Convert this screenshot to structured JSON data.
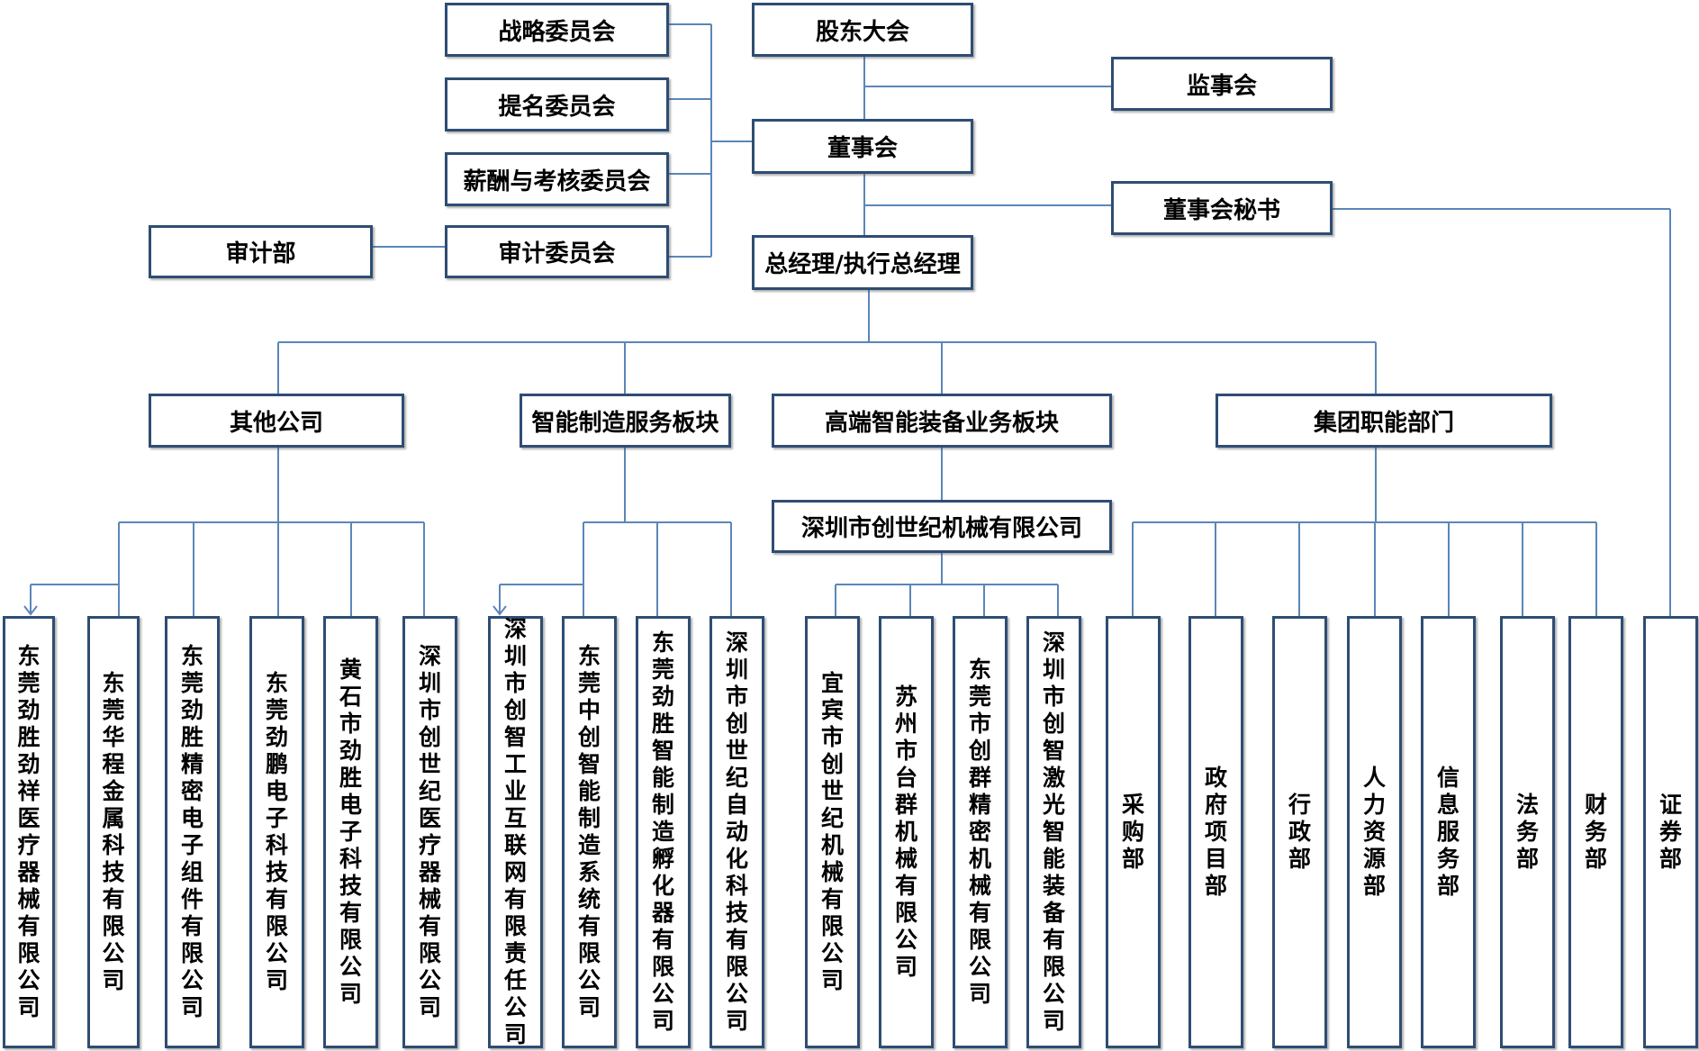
{
  "top": {
    "shareholders": "股东大会",
    "board": "董事会",
    "supervisors": "监事会",
    "board_secretary": "董事会秘书",
    "general_manager": "总经理/执行总经理"
  },
  "committees": {
    "strategy": "战略委员会",
    "nomination": "提名委员会",
    "compensation": "薪酬与考核委员会",
    "audit": "审计委员会",
    "audit_dept": "审计部"
  },
  "segments": {
    "other": "其他公司",
    "smart_mfg": "智能制造服务板块",
    "high_end": "高端智能装备业务板块",
    "group_functions": "集团职能部门",
    "csj_machinery": "深圳市创世纪机械有限公司"
  },
  "other_companies": [
    "东莞劲胜劲祥医疗器械有限公司",
    "东莞华程金属科技有限公司",
    "东莞劲胜精密电子组件有限公司",
    "东莞劲鹏电子科技有限公司",
    "黄石市劲胜电子科技有限公司",
    "深圳市创世纪医疗器械有限公司"
  ],
  "smart_mfg_companies": [
    "深圳市创智工业互联网有限责任公司",
    "东莞中创智能制造系统有限公司",
    "东莞劲胜智能制造孵化器有限公司",
    "深圳市创世纪自动化科技有限公司"
  ],
  "high_end_companies": [
    "宜宾市创世纪机械有限公司",
    "苏州市台群机械有限公司",
    "东莞市创群精密机械有限公司",
    "深圳市创智激光智能装备有限公司"
  ],
  "departments": [
    "采购部",
    "政府项目部",
    "行政部",
    "人力资源部",
    "信息服务部",
    "法务部",
    "财务部",
    "证券部"
  ],
  "colors": {
    "border": "#2e4d73",
    "connector": "#5b86b8",
    "text": "#000000"
  }
}
